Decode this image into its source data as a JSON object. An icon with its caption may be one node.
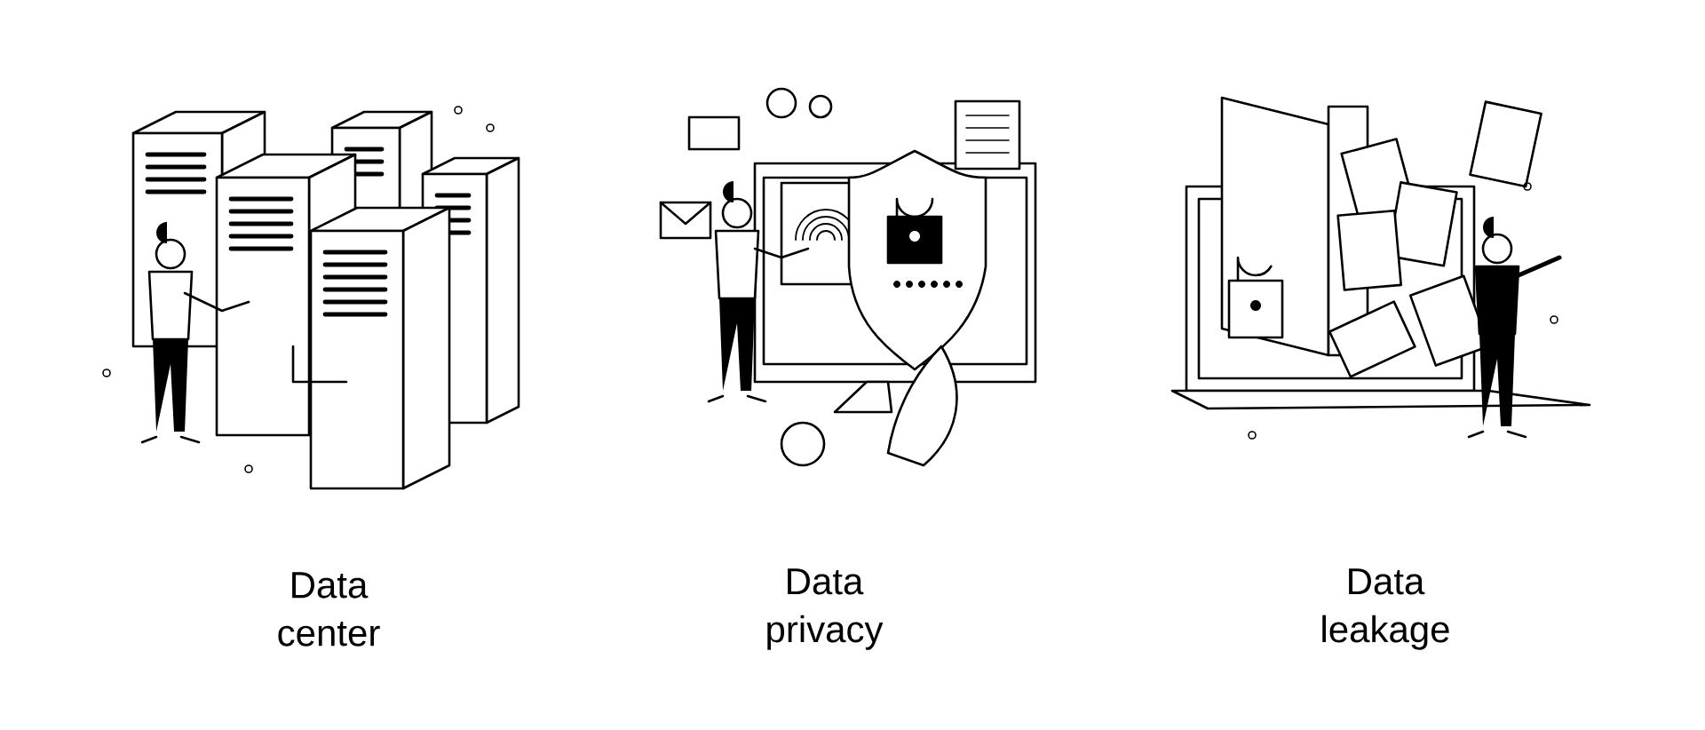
{
  "diagram": {
    "labels": [
      "Data center",
      "Data privacy",
      "Data leakage"
    ]
  }
}
